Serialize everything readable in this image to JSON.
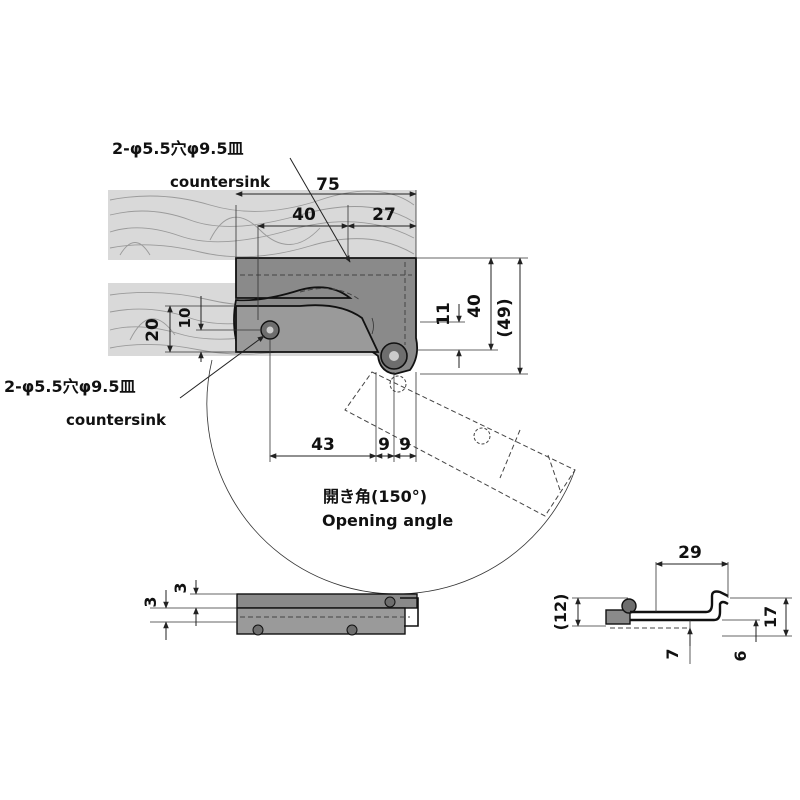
{
  "callouts": {
    "hole_spec_top": "2-φ5.5穴φ9.5皿",
    "countersink_top": "countersink",
    "hole_spec_left": "2-φ5.5穴φ9.5皿",
    "countersink_left": "countersink"
  },
  "angle": {
    "label_jp": "開き角(150°)",
    "label_en": "Opening angle"
  },
  "dimensions": {
    "d75": "75",
    "d40_top": "40",
    "d27": "27",
    "d40_right": "40",
    "d49": "(49)",
    "d11": "11",
    "d20": "20",
    "d10": "10",
    "d43": "43",
    "d9a": "9",
    "d9b": "9",
    "side_3a": "3",
    "side_3b": "3",
    "end_29": "29",
    "end_12": "(12)",
    "end_17": "17",
    "end_7": "7",
    "end_6": "6"
  },
  "colors": {
    "wood": "#d9d9d9",
    "plate": "#8a8a8a",
    "plate_dark": "#6e6e6e",
    "line": "#111111"
  }
}
